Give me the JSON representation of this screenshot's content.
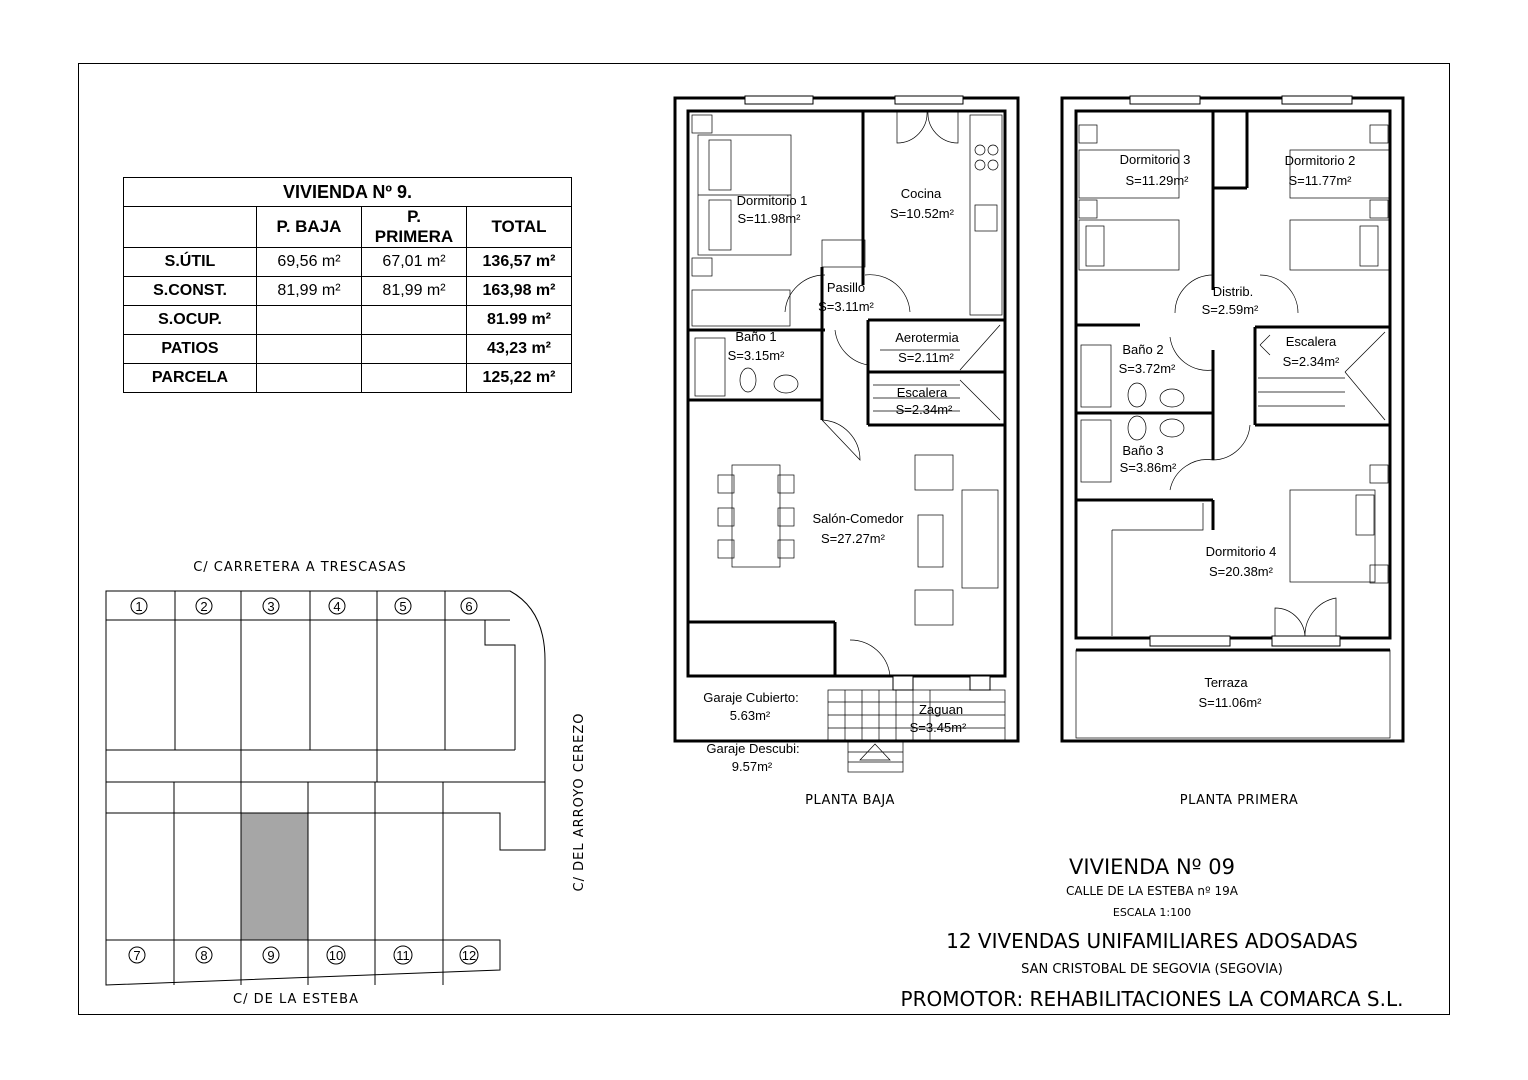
{
  "summary": {
    "title": "VIVIENDA Nº 9.",
    "headers": [
      "",
      "P. BAJA",
      "P. PRIMERA",
      "TOTAL"
    ],
    "rows": [
      {
        "label": "S.ÚTIL",
        "baja": "69,56  m²",
        "primera": "67,01  m²",
        "total": "136,57  m²"
      },
      {
        "label": "S.CONST.",
        "baja": "81,99 m²",
        "primera": "81,99 m²",
        "total": "163,98 m²"
      },
      {
        "label": "S.OCUP.",
        "baja": "",
        "primera": "",
        "total": "81.99 m²"
      },
      {
        "label": "PATIOS",
        "baja": "",
        "primera": "",
        "total": "43,23 m²"
      },
      {
        "label": "PARCELA",
        "baja": "",
        "primera": "",
        "total": "125,22 m²"
      }
    ]
  },
  "site_plan": {
    "street_top": "C/ CARRETERA A TRESCASAS",
    "street_right": "C/ DEL ARROYO CEREZO",
    "street_bottom": "C/ DE LA ESTEBA",
    "lots_top": [
      "1",
      "2",
      "3",
      "4",
      "5",
      "6"
    ],
    "lots_bottom": [
      "7",
      "8",
      "9",
      "10",
      "11",
      "12"
    ],
    "highlighted_lot": "9",
    "highlight_color": "#a6a6a6"
  },
  "planta_baja": {
    "caption": "PLANTA BAJA",
    "rooms": [
      {
        "name": "Dormitorio 1",
        "area": "S=11.98m²"
      },
      {
        "name": "Cocina",
        "area": "S=10.52m²"
      },
      {
        "name": "Pasillo",
        "area": "S=3.11m²"
      },
      {
        "name": "Baño 1",
        "area": "S=3.15m²"
      },
      {
        "name": "Aerotermia",
        "area": "S=2.11m²"
      },
      {
        "name": "Escalera",
        "area": "S=2.34m²"
      },
      {
        "name": "Salón-Comedor",
        "area": "S=27.27m²"
      },
      {
        "name": "Garaje Cubierto:",
        "area": "5.63m²"
      },
      {
        "name": "Garaje Descubi:",
        "area": "9.57m²"
      },
      {
        "name": "Zaguan",
        "area": "S=3.45m²"
      }
    ]
  },
  "planta_primera": {
    "caption": "PLANTA PRIMERA",
    "rooms": [
      {
        "name": "Dormitorio 3",
        "area": "S=11.29m²"
      },
      {
        "name": "Dormitorio 2",
        "area": "S=11.77m²"
      },
      {
        "name": "Distrib.",
        "area": "S=2.59m²"
      },
      {
        "name": "Baño 2",
        "area": "S=3.72m²"
      },
      {
        "name": "Escalera",
        "area": "S=2.34m²"
      },
      {
        "name": "Baño 3",
        "area": "S=3.86m²"
      },
      {
        "name": "Dormitorio 4",
        "area": "S=20.38m²"
      },
      {
        "name": "Terraza",
        "area": "S=11.06m²"
      }
    ]
  },
  "title_block": {
    "vivienda": "VIVIENDA Nº 09",
    "address": "CALLE DE LA ESTEBA nº 19A",
    "scale": "ESCALA 1:100",
    "project": "12 VIVENDAS UNIFAMILIARES ADOSADAS",
    "location": "SAN CRISTOBAL DE SEGOVIA (SEGOVIA)",
    "promoter": "PROMOTOR: REHABILITACIONES LA COMARCA S.L."
  }
}
